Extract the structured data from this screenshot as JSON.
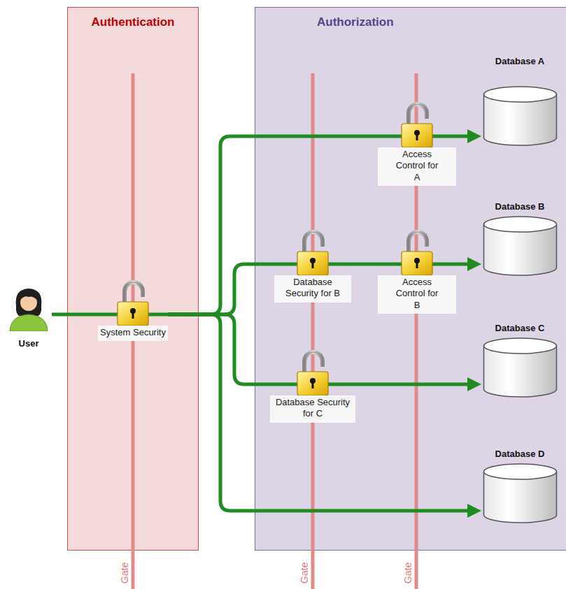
{
  "diagram": {
    "nodes": [
      {
        "text": [
          "Authentication"
        ]
      },
      {
        "text": [
          "Authorization"
        ]
      },
      {
        "text": [
          "User"
        ]
      },
      {
        "text": [
          "System Security"
        ],
        "in": 0
      },
      {
        "text": [
          "Access Control for A"
        ],
        "in": 1
      },
      {
        "text": [
          "Database A"
        ],
        "in": 1
      },
      {
        "text": [
          "Database Security for B"
        ],
        "in": 1
      },
      {
        "text": [
          "Access Control for B"
        ],
        "in": 1
      },
      {
        "text": [
          "Database B"
        ],
        "in": 1
      },
      {
        "text": [
          "Database Security for C"
        ],
        "in": 1
      },
      {
        "text": [
          "Database C"
        ],
        "in": 1
      },
      {
        "text": [
          "Database D"
        ],
        "in": 1
      }
    ],
    "edges": [
      {
        "from": 2,
        "to": 3,
        "arrow": "none"
      },
      {
        "from": 3,
        "to": 4,
        "arrow": "none"
      },
      {
        "from": 4,
        "to": 5,
        "arrow": "to"
      },
      {
        "from": 3,
        "to": 6,
        "arrow": "none"
      },
      {
        "from": 6,
        "to": 7,
        "arrow": "none"
      },
      {
        "from": 7,
        "to": 8,
        "arrow": "to"
      },
      {
        "from": 3,
        "to": 9,
        "arrow": "none"
      },
      {
        "from": 9,
        "to": 10,
        "arrow": "to"
      },
      {
        "from": 3,
        "to": 11,
        "arrow": "to"
      }
    ],
    "labels": [
      "Gate",
      "Gate",
      "Gate"
    ]
  }
}
